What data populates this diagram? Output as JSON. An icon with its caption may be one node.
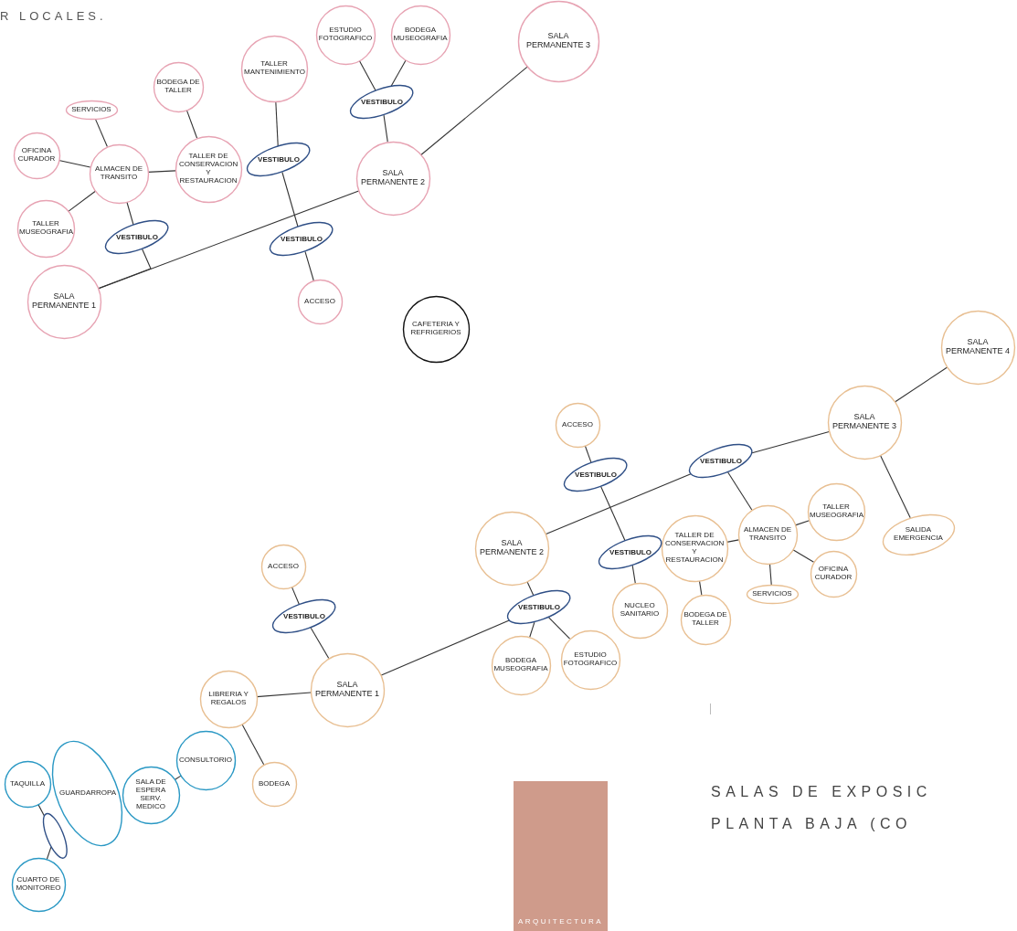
{
  "diagram": {
    "nodes": [
      {
        "text": [
          "SALA PERMANENTE 1"
        ]
      },
      {
        "text": [
          "VESTIBULO"
        ]
      },
      {
        "text": [
          "ALMACEN DE TRANSITO"
        ]
      },
      {
        "text": [
          "SERVICIOS"
        ]
      },
      {
        "text": [
          "OFICINA CURADOR"
        ]
      },
      {
        "text": [
          "TALLER MUSEOGRAFIA"
        ]
      },
      {
        "text": [
          "BODEGA DE TALLER"
        ]
      },
      {
        "text": [
          "TALLER DE CONSERVACION Y RESTAURACION"
        ]
      },
      {
        "text": [
          "TALLER MANTENIMIENTO"
        ]
      },
      {
        "text": [
          "VESTIBULO"
        ]
      },
      {
        "text": [
          "VESTIBULO"
        ]
      },
      {
        "text": [
          "ACCESO"
        ]
      },
      {
        "text": [
          "SALA PERMANENTE 2"
        ]
      },
      {
        "text": [
          "VESTIBULO"
        ]
      },
      {
        "text": [
          "ESTUDIO FOTOGRAFICO"
        ]
      },
      {
        "text": [
          "BODEGA MUSEOGRAFIA"
        ]
      },
      {
        "text": [
          "SALA PERMANENTE 3"
        ]
      },
      {
        "text": [
          "CAFETERIA Y REFRIGERIOS"
        ]
      },
      {
        "text": [
          "SALA PERMANENTE 4"
        ]
      },
      {
        "text": [
          "SALA PERMANENTE 3"
        ]
      },
      {
        "text": [
          "VESTIBULO"
        ]
      },
      {
        "text": [
          "ALMACEN DE TRANSITO"
        ]
      },
      {
        "text": [
          "TALLER MUSEOGRAFIA"
        ]
      },
      {
        "text": [
          "OFICINA CURADOR"
        ]
      },
      {
        "text": [
          "SERVICIOS"
        ]
      },
      {
        "text": [
          "TALLER DE CONSERVACION Y RESTAURACION"
        ]
      },
      {
        "text": [
          "BODEGA DE TALLER"
        ]
      },
      {
        "text": [
          "SALIDA EMERGENCIA"
        ]
      },
      {
        "text": [
          "ACCESO"
        ]
      },
      {
        "text": [
          "VESTIBULO"
        ]
      },
      {
        "text": [
          "VESTIBULO"
        ]
      },
      {
        "text": [
          "NUCLEO SANITARIO"
        ]
      },
      {
        "text": [
          "SALA PERMANENTE 2"
        ]
      },
      {
        "text": [
          "VESTIBULO"
        ]
      },
      {
        "text": [
          "BODEGA MUSEOGRAFIA"
        ]
      },
      {
        "text": [
          "ESTUDIO FOTOGRAFICO"
        ]
      },
      {
        "text": [
          "ACCESO"
        ]
      },
      {
        "text": [
          "VESTIBULO"
        ]
      },
      {
        "text": [
          "SALA PERMANENTE 1"
        ]
      },
      {
        "text": [
          "LIBRERIA Y REGALOS"
        ]
      },
      {
        "text": [
          "BODEGA"
        ]
      },
      {
        "text": [
          "CONSULTORIO"
        ]
      },
      {
        "text": [
          "SALA DE ESPERA SERV. MEDICO"
        ]
      },
      {
        "text": [
          "GUARDARROPA"
        ]
      },
      {
        "text": [],
        "shape": "ellipse"
      },
      {
        "text": [
          "TAQUILLA"
        ]
      },
      {
        "text": [
          "CUARTO DE MONITOREO"
        ]
      }
    ],
    "edges": [
      {
        "from": 0,
        "to": 12,
        "arrow": "none"
      },
      {
        "from": 12,
        "to": 16,
        "arrow": "none"
      },
      {
        "from": 1,
        "to": 0,
        "arrow": "none"
      },
      {
        "from": 2,
        "to": 1,
        "arrow": "none"
      },
      {
        "from": 3,
        "to": 2,
        "arrow": "none"
      },
      {
        "from": 4,
        "to": 2,
        "arrow": "none"
      },
      {
        "from": 5,
        "to": 2,
        "arrow": "none"
      },
      {
        "from": 7,
        "to": 2,
        "arrow": "none"
      },
      {
        "from": 6,
        "to": 7,
        "arrow": "none"
      },
      {
        "from": 8,
        "to": 9,
        "arrow": "none"
      },
      {
        "from": 9,
        "to": 10,
        "arrow": "none"
      },
      {
        "from": 10,
        "to": 11,
        "arrow": "none"
      },
      {
        "from": 13,
        "to": 12,
        "arrow": "none"
      },
      {
        "from": 14,
        "to": 13,
        "arrow": "none"
      },
      {
        "from": 15,
        "to": 13,
        "arrow": "none"
      },
      {
        "from": 38,
        "to": 33,
        "arrow": "none"
      },
      {
        "from": 33,
        "to": 32,
        "arrow": "none"
      },
      {
        "from": 33,
        "to": 34,
        "arrow": "none"
      },
      {
        "from": 33,
        "to": 35,
        "arrow": "none"
      },
      {
        "from": 32,
        "to": 20,
        "arrow": "none"
      },
      {
        "from": 20,
        "to": 19,
        "arrow": "none"
      },
      {
        "from": 19,
        "to": 18,
        "arrow": "none"
      },
      {
        "from": 20,
        "to": 21,
        "arrow": "none"
      },
      {
        "from": 21,
        "to": 25,
        "arrow": "none"
      },
      {
        "from": 25,
        "to": 26,
        "arrow": "none"
      },
      {
        "from": 21,
        "to": 22,
        "arrow": "none"
      },
      {
        "from": 21,
        "to": 23,
        "arrow": "none"
      },
      {
        "from": 21,
        "to": 24,
        "arrow": "none"
      },
      {
        "from": 19,
        "to": 27,
        "arrow": "none"
      },
      {
        "from": 28,
        "to": 29,
        "arrow": "none"
      },
      {
        "from": 29,
        "to": 30,
        "arrow": "none"
      },
      {
        "from": 30,
        "to": 31,
        "arrow": "none"
      },
      {
        "from": 36,
        "to": 37,
        "arrow": "none"
      },
      {
        "from": 37,
        "to": 38,
        "arrow": "none"
      },
      {
        "from": 39,
        "to": 38,
        "arrow": "none"
      },
      {
        "from": 39,
        "to": 40,
        "arrow": "none"
      },
      {
        "from": 42,
        "to": 41,
        "arrow": "none"
      },
      {
        "from": 45,
        "to": 44,
        "arrow": "none"
      },
      {
        "from": 44,
        "to": 46,
        "arrow": "none"
      }
    ],
    "labels": [
      "R LOCALES.",
      "SALAS DE EXPOSIC",
      "PLANTA BAJA (CO",
      "ARQUITECTURA"
    ]
  }
}
